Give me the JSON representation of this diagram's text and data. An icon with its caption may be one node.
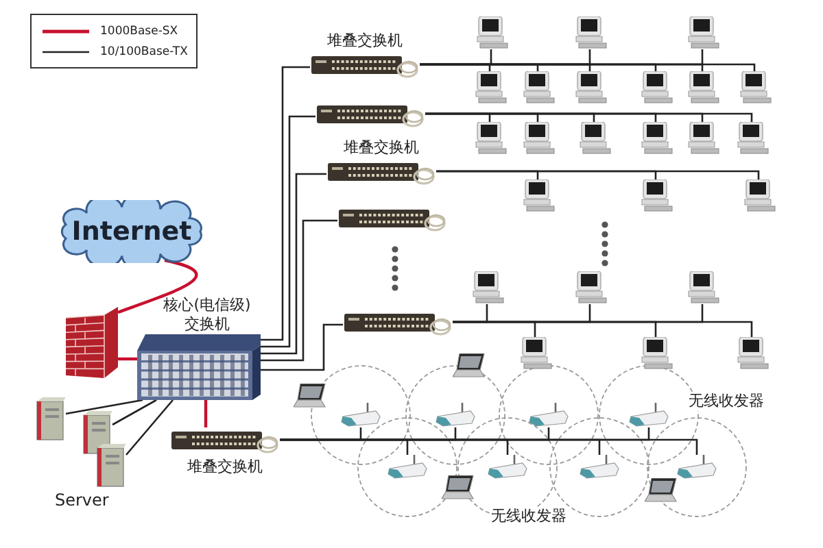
{
  "diagram": {
    "nodes": [
      {
        "text": [
          "Internet"
        ]
      },
      {
        "text": [],
        "shape": "picture"
      },
      {
        "text": [
          "核心(电信级) 交换机"
        ]
      },
      {
        "text": [
          "堆叠交换机"
        ]
      },
      {
        "text": [],
        "shape": "picture"
      },
      {
        "text": [
          "堆叠交换机"
        ]
      },
      {
        "text": [],
        "shape": "picture"
      },
      {
        "text": [],
        "shape": "picture"
      },
      {
        "text": [
          "堆叠交换机"
        ]
      },
      {
        "text": [],
        "shape": "picture"
      },
      {
        "text": [],
        "shape": "picture"
      },
      {
        "text": [],
        "shape": "picture"
      },
      {
        "text": [],
        "shape": "picture"
      },
      {
        "text": [],
        "shape": "picture"
      },
      {
        "text": [],
        "shape": "picture"
      },
      {
        "text": [],
        "shape": "picture"
      },
      {
        "text": [],
        "shape": "picture"
      },
      {
        "text": [],
        "shape": "picture"
      },
      {
        "text": [],
        "shape": "picture"
      },
      {
        "text": [],
        "shape": "picture"
      },
      {
        "text": [],
        "shape": "picture"
      },
      {
        "text": [],
        "shape": "picture"
      },
      {
        "text": [],
        "shape": "picture"
      },
      {
        "text": [],
        "shape": "picture"
      },
      {
        "text": [],
        "shape": "picture"
      },
      {
        "text": [],
        "shape": "picture"
      },
      {
        "text": [],
        "shape": "picture"
      },
      {
        "text": [],
        "shape": "picture"
      },
      {
        "text": [],
        "shape": "picture"
      },
      {
        "text": [],
        "shape": "picture"
      },
      {
        "text": [],
        "shape": "picture"
      },
      {
        "text": [],
        "shape": "picture"
      },
      {
        "text": [],
        "shape": "picture"
      },
      {
        "text": [],
        "shape": "picture"
      },
      {
        "text": [],
        "shape": "picture"
      },
      {
        "text": [],
        "shape": "picture"
      },
      {
        "text": [],
        "shape": "picture"
      },
      {
        "text": [],
        "shape": "picture"
      },
      {
        "text": [],
        "shape": "picture"
      },
      {
        "text": [],
        "shape": "picture"
      },
      {
        "text": [],
        "shape": "picture"
      },
      {
        "text": [],
        "shape": "picture"
      },
      {
        "text": [],
        "shape": "picture"
      },
      {
        "text": [],
        "shape": "picture"
      },
      {
        "text": [],
        "shape": "picture"
      },
      {
        "text": [],
        "shape": "picture"
      },
      {
        "text": [],
        "shape": "picture"
      },
      {
        "text": [],
        "shape": "picture"
      }
    ],
    "edges": [
      {
        "from": 0,
        "to": 1,
        "arrow": "none",
        "color": "#c8102e"
      },
      {
        "from": 1,
        "to": 2,
        "arrow": "none",
        "color": "#c8102e"
      },
      {
        "from": 2,
        "to": 3,
        "arrow": "none"
      },
      {
        "from": 2,
        "to": 4,
        "arrow": "none"
      },
      {
        "from": 2,
        "to": 5,
        "arrow": "none"
      },
      {
        "from": 2,
        "to": 6,
        "arrow": "none"
      },
      {
        "from": 2,
        "to": 7,
        "arrow": "none"
      },
      {
        "from": 2,
        "to": 8,
        "arrow": "none",
        "color": "#c8102e"
      },
      {
        "from": 2,
        "to": 9,
        "arrow": "none"
      },
      {
        "from": 2,
        "to": 10,
        "arrow": "none"
      },
      {
        "from": 2,
        "to": 11,
        "arrow": "none"
      },
      {
        "from": 3,
        "to": 12,
        "arrow": "none"
      },
      {
        "from": 3,
        "to": 13,
        "arrow": "none"
      },
      {
        "from": 3,
        "to": 14,
        "arrow": "none"
      },
      {
        "from": 3,
        "to": 15,
        "arrow": "none"
      },
      {
        "from": 3,
        "to": 16,
        "arrow": "none"
      },
      {
        "from": 3,
        "to": 17,
        "arrow": "none"
      },
      {
        "from": 3,
        "to": 18,
        "arrow": "none"
      },
      {
        "from": 3,
        "to": 19,
        "arrow": "none"
      },
      {
        "from": 3,
        "to": 20,
        "arrow": "none"
      },
      {
        "from": 4,
        "to": 21,
        "arrow": "none"
      },
      {
        "from": 4,
        "to": 22,
        "arrow": "none"
      },
      {
        "from": 4,
        "to": 23,
        "arrow": "none"
      },
      {
        "from": 4,
        "to": 24,
        "arrow": "none"
      },
      {
        "from": 4,
        "to": 25,
        "arrow": "none"
      },
      {
        "from": 4,
        "to": 26,
        "arrow": "none"
      },
      {
        "from": 5,
        "to": 27,
        "arrow": "none"
      },
      {
        "from": 5,
        "to": 28,
        "arrow": "none"
      },
      {
        "from": 5,
        "to": 29,
        "arrow": "none"
      },
      {
        "from": 7,
        "to": 30,
        "arrow": "none"
      },
      {
        "from": 7,
        "to": 31,
        "arrow": "none"
      },
      {
        "from": 7,
        "to": 32,
        "arrow": "none"
      },
      {
        "from": 7,
        "to": 33,
        "arrow": "none"
      },
      {
        "from": 7,
        "to": 34,
        "arrow": "none"
      },
      {
        "from": 7,
        "to": 35,
        "arrow": "none"
      },
      {
        "from": 8,
        "to": 36,
        "arrow": "none"
      },
      {
        "from": 8,
        "to": 37,
        "arrow": "none"
      },
      {
        "from": 8,
        "to": 38,
        "arrow": "none"
      },
      {
        "from": 8,
        "to": 39,
        "arrow": "none"
      },
      {
        "from": 8,
        "to": 40,
        "arrow": "none"
      },
      {
        "from": 8,
        "to": 41,
        "arrow": "none"
      },
      {
        "from": 8,
        "to": 42,
        "arrow": "none"
      },
      {
        "from": 8,
        "to": 43,
        "arrow": "none"
      }
    ],
    "labels": [
      "Server",
      "无线收发器",
      "无线收发器"
    ],
    "legend": [
      {
        "text": "1000Base-SX"
      },
      {
        "text": "10/100Base-TX"
      }
    ]
  }
}
